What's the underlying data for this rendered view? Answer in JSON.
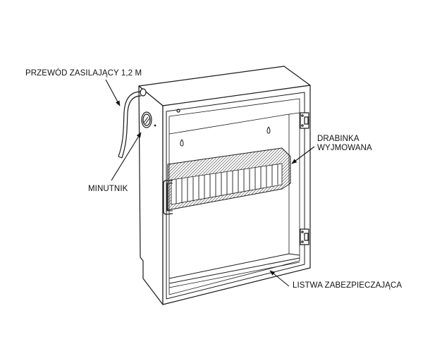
{
  "diagram": {
    "subject": "wall-mounted cabinet with removable ladder rack",
    "line_color": "#1a1a1a",
    "background": "#ffffff",
    "labels": {
      "power_cord": "PRZEWÓD ZASILAJĄCY 1,2 M",
      "timer": "MINUTNIK",
      "ladder_line1": "DRABINKA",
      "ladder_line2": "WYJMOWANA",
      "safety_strip": "LISTWA ZABEZPIECZAJĄCA"
    }
  }
}
